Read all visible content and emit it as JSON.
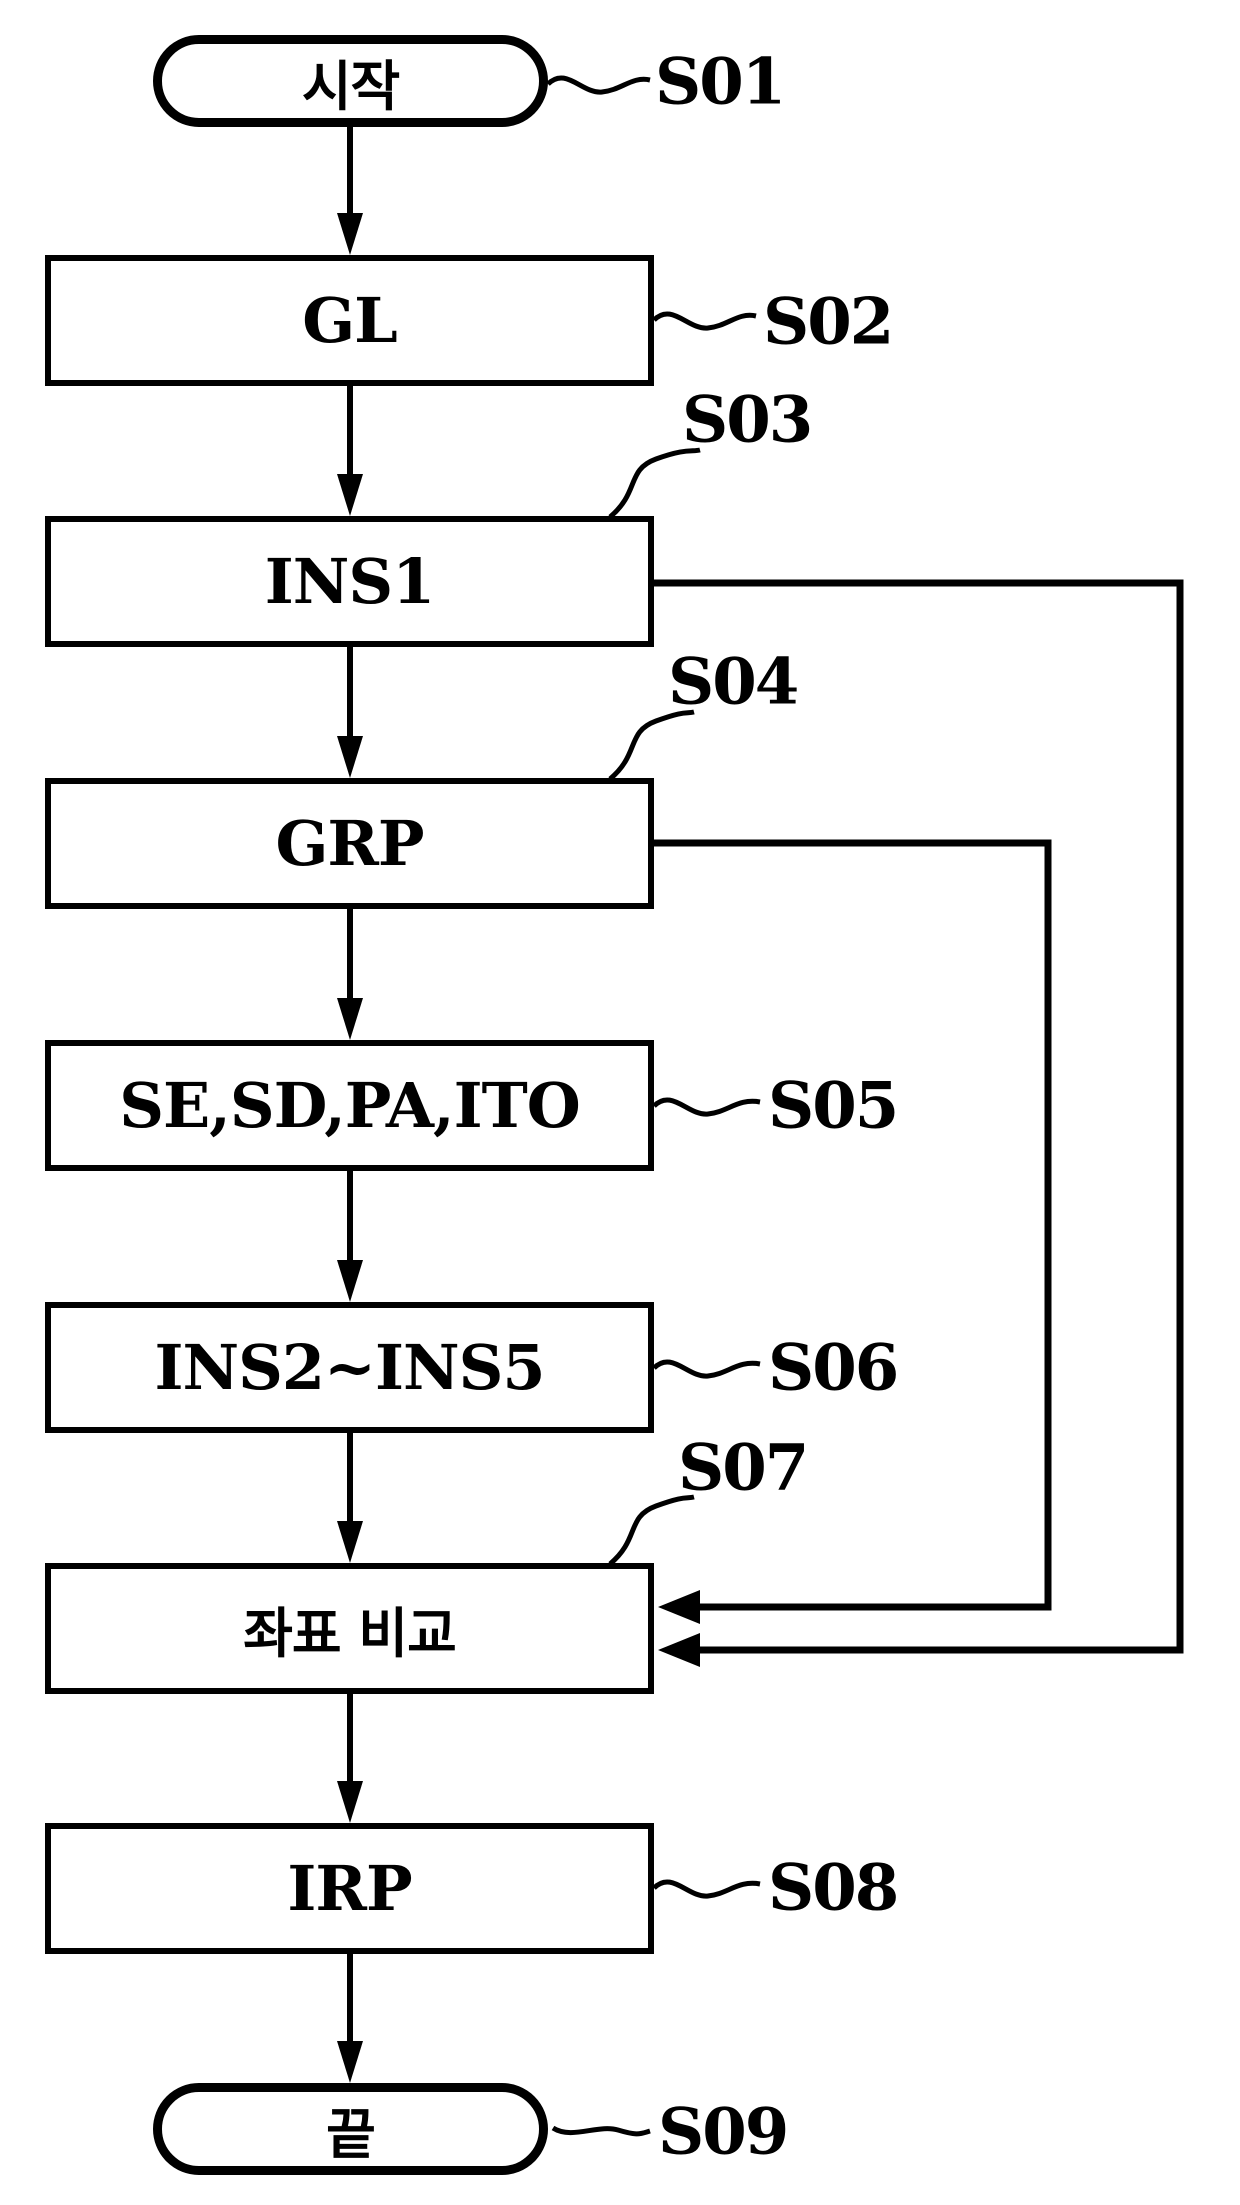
{
  "figure": {
    "type": "flowchart",
    "direction": "top-to-bottom",
    "colors": {
      "line": "#000000",
      "background": "#ffffff",
      "text": "#000000"
    },
    "nodes": [
      {
        "id": "start",
        "shape": "terminal",
        "label": "시작",
        "step": "S01"
      },
      {
        "id": "gl",
        "shape": "process",
        "label": "GL",
        "step": "S02"
      },
      {
        "id": "ins1",
        "shape": "process",
        "label": "INS1",
        "step": "S03"
      },
      {
        "id": "grp",
        "shape": "process",
        "label": "GRP",
        "step": "S04"
      },
      {
        "id": "se",
        "shape": "process",
        "label": "SE,SD,PA,ITO",
        "step": "S05"
      },
      {
        "id": "ins2_5",
        "shape": "process",
        "label": "INS2~INS5",
        "step": "S06"
      },
      {
        "id": "compare",
        "shape": "process",
        "label": "좌표 비교",
        "step": "S07"
      },
      {
        "id": "irp",
        "shape": "process",
        "label": "IRP",
        "step": "S08"
      },
      {
        "id": "end",
        "shape": "terminal",
        "label": "끝",
        "step": "S09"
      }
    ],
    "edges": [
      {
        "from": "start",
        "to": "gl"
      },
      {
        "from": "gl",
        "to": "ins1"
      },
      {
        "from": "ins1",
        "to": "grp"
      },
      {
        "from": "grp",
        "to": "se"
      },
      {
        "from": "se",
        "to": "ins2_5"
      },
      {
        "from": "ins2_5",
        "to": "compare"
      },
      {
        "from": "compare",
        "to": "irp"
      },
      {
        "from": "irp",
        "to": "end"
      },
      {
        "from": "ins1",
        "to": "compare",
        "kind": "feedback-right-outer"
      },
      {
        "from": "grp",
        "to": "compare",
        "kind": "feedback-right-inner"
      }
    ]
  }
}
